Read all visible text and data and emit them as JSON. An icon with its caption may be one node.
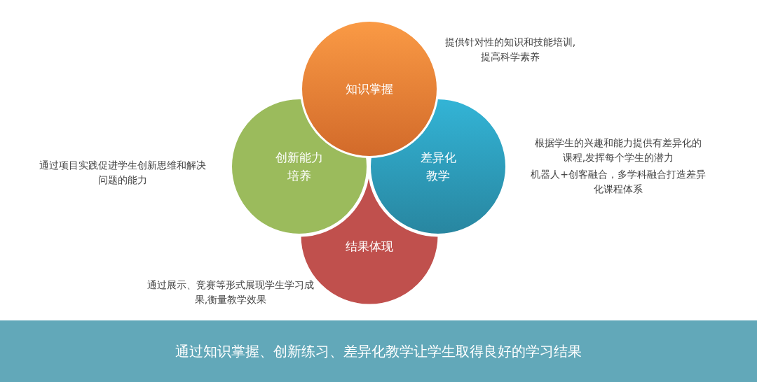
{
  "diagram": {
    "nodes": [
      {
        "text": [
          "知识掌握"
        ],
        "beside": [
          "提供针对性的知识和技能培训,提高科学素养"
        ]
      },
      {
        "text": [
          "创新能力培养"
        ],
        "beside": [
          "通过项目实践促进学生创新思维和解决问题的能力"
        ]
      },
      {
        "text": [
          "差异化教学"
        ],
        "beside": [
          "根据学生的兴趣和能力提供有差异化的课程,发挥每个学生的潜力",
          "机器人+创客融合，多学科融合打造差异化课程体系"
        ]
      },
      {
        "text": [
          "结果体现"
        ],
        "beside": [
          "通过展示、竞赛等形式展现学生学习成果,衡量教学效果"
        ]
      },
      {
        "text": [
          "通过知识掌握、创新练习、差异化教学让学生取得良好的学习结果"
        ]
      }
    ]
  }
}
